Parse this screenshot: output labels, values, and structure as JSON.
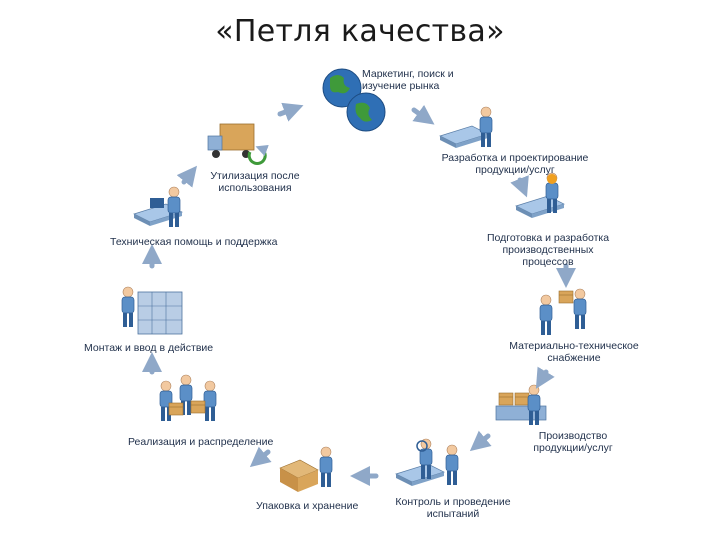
{
  "title": "«Петля качества»",
  "colors": {
    "arrow": "#8fa8c8",
    "person": "#5b8fc7",
    "person_dark": "#2f5e95",
    "box": "#d9a55a",
    "globe_ocean": "#2f6fb5",
    "globe_land": "#3f9a3a",
    "label_text": "#1f2f4a"
  },
  "stages": [
    {
      "label": "Маркетинг, поиск и изучение рынка",
      "icon": "globe-icon"
    },
    {
      "label": "Разработка и проектирование продукции/услуг",
      "icon": "designer-icon"
    },
    {
      "label": "Подготовка и разработка производственных процессов",
      "icon": "engineer-icon"
    },
    {
      "label": "Материально-техническое снабжение",
      "icon": "supplier-icon"
    },
    {
      "label": "Производство продукции/услуг",
      "icon": "factory-worker-icon"
    },
    {
      "label": "Контроль и проведение испытаний",
      "icon": "inspector-icon"
    },
    {
      "label": "Упаковка и хранение",
      "icon": "packer-icon"
    },
    {
      "label": "Реализация и распределение",
      "icon": "sales-team-icon"
    },
    {
      "label": "Монтаж и ввод в действие",
      "icon": "installer-icon"
    },
    {
      "label": "Техническая помощь и поддержка",
      "icon": "support-desk-icon"
    },
    {
      "label": "Утилизация после использования",
      "icon": "recycling-truck-icon"
    }
  ]
}
